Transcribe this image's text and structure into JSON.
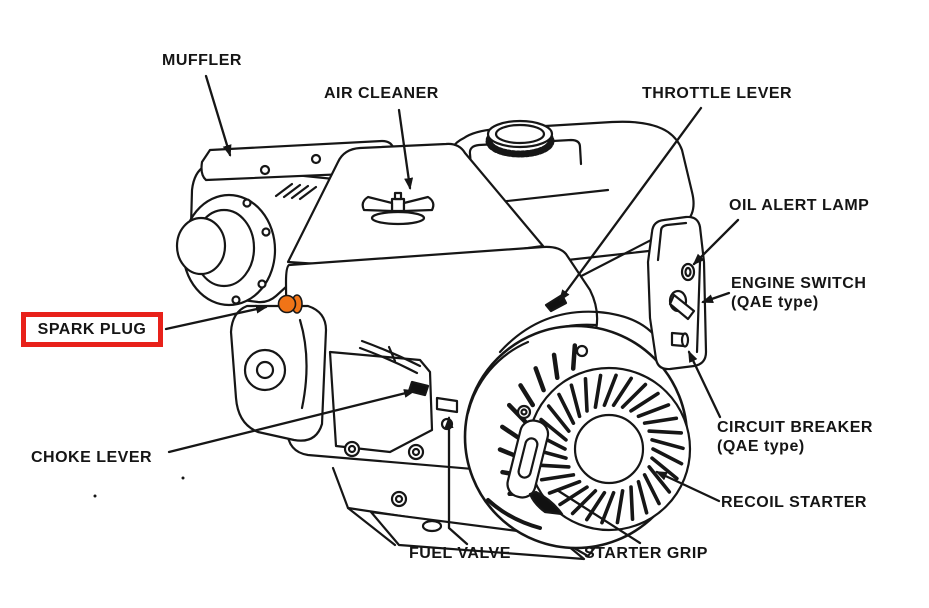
{
  "labels": {
    "muffler": {
      "text": "MUFFLER"
    },
    "air_cleaner": {
      "text": "AIR CLEANER"
    },
    "throttle_lever": {
      "text": "THROTTLE LEVER"
    },
    "oil_alert_lamp": {
      "text": "OIL ALERT LAMP"
    },
    "engine_switch": {
      "text": "ENGINE SWITCH",
      "subtext": "(QAE type)"
    },
    "spark_plug": {
      "text": "SPARK PLUG",
      "highlighted": true
    },
    "choke_lever": {
      "text": "CHOKE LEVER"
    },
    "circuit_breaker": {
      "text": "CIRCUIT BREAKER",
      "subtext": "(QAE type)"
    },
    "recoil_starter": {
      "text": "RECOIL STARTER"
    },
    "fuel_valve": {
      "text": "FUEL VALVE"
    },
    "starter_grip": {
      "text": "STARTER GRIP"
    }
  },
  "colors": {
    "highlight_box": "#e8211a",
    "spark_plug_marker": "#f07417",
    "line": "#161616",
    "background": "#ffffff"
  }
}
